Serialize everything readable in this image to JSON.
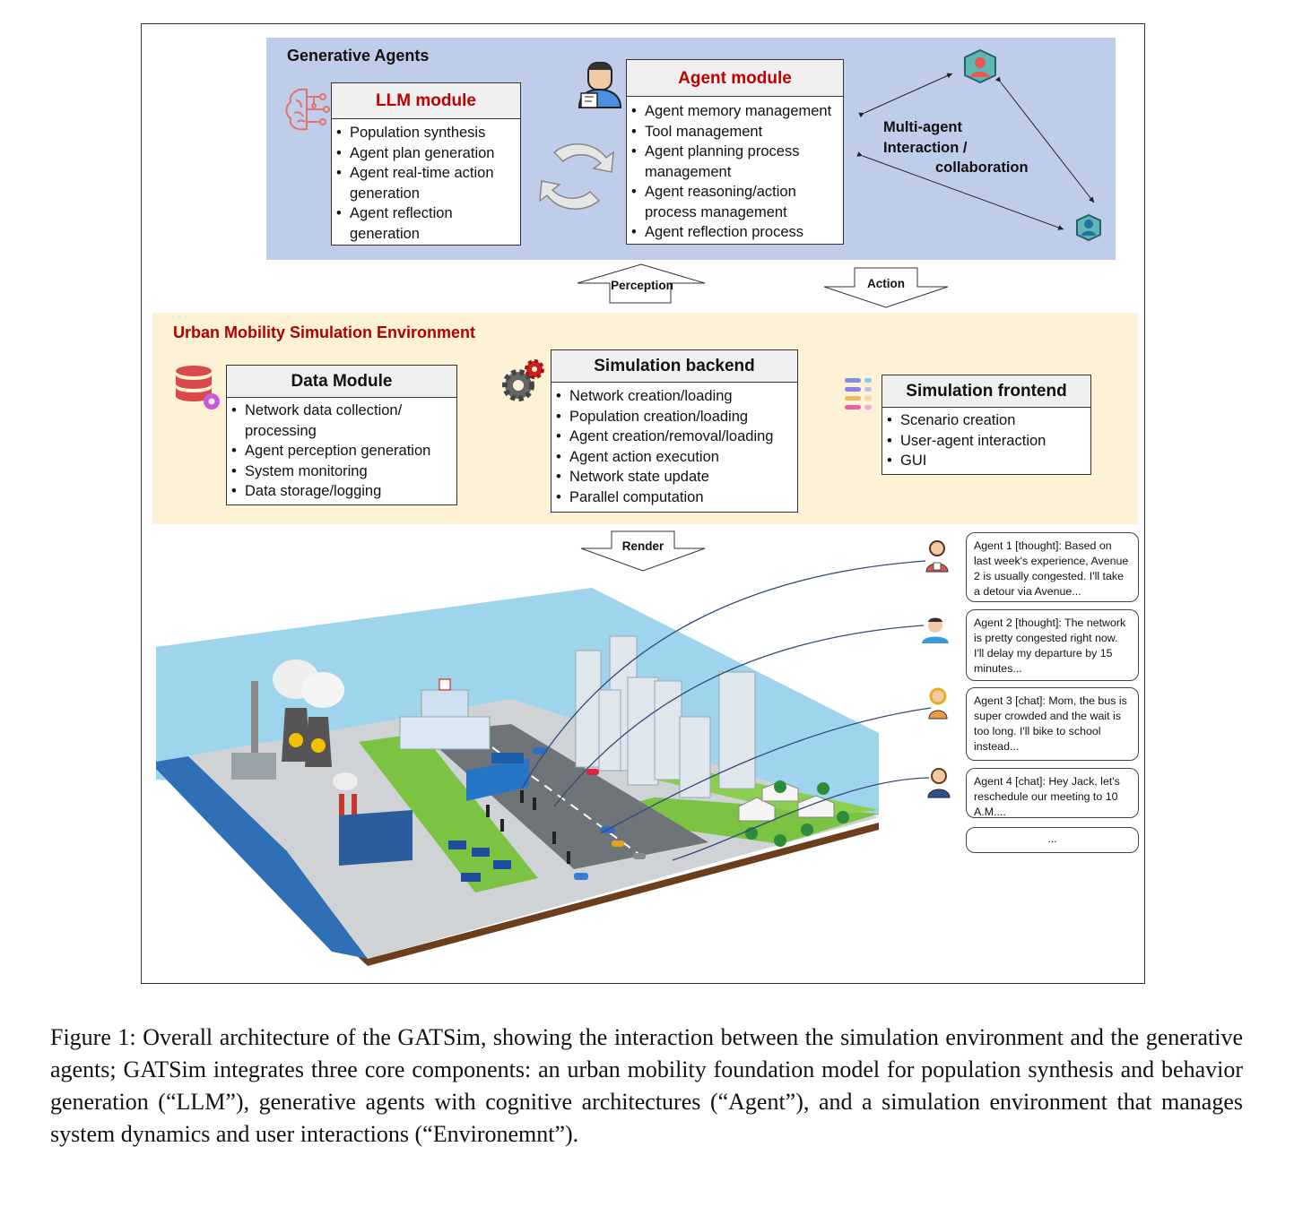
{
  "generative_agents": {
    "title": "Generative Agents",
    "llm_module": {
      "title": "LLM module",
      "items": [
        "Population synthesis",
        "Agent plan generation",
        "Agent real-time action generation",
        "Agent reflection generation"
      ]
    },
    "agent_module": {
      "title": "Agent module",
      "items": [
        "Agent memory management",
        "Tool management",
        "Agent planning process management",
        "Agent reasoning/action process management",
        "Agent reflection process"
      ]
    },
    "multi_agent_label": [
      "Multi-agent",
      "Interaction /",
      "collaboration"
    ]
  },
  "arrows": {
    "perception": "Perception",
    "action": "Action",
    "render": "Render"
  },
  "environment": {
    "title": "Urban Mobility Simulation Environment",
    "data_module": {
      "title": "Data Module",
      "items": [
        "Network data collection/ processing",
        "Agent perception generation",
        "System monitoring",
        "Data storage/logging"
      ]
    },
    "simulation_backend": {
      "title": "Simulation backend",
      "items": [
        "Network creation/loading",
        "Population creation/loading",
        "Agent creation/removal/loading",
        "Agent action execution",
        "Network state update",
        "Parallel computation"
      ]
    },
    "simulation_frontend": {
      "title": "Simulation frontend",
      "items": [
        "Scenario creation",
        "User-agent interaction",
        "GUI"
      ]
    }
  },
  "chat_bubbles": [
    "Agent 1 [thought]: Based on last week's experience, Avenue 2 is usually congested. I'll take a detour via Avenue...",
    "Agent 2 [thought]: The network is pretty congested right now. I'll delay my departure by 15 minutes...",
    "Agent 3 [chat]: Mom, the bus is super crowded and the wait is too long. I'll bike to school instead...",
    "Agent 4 [chat]: Hey Jack, let's reschedule our meeting to 10 A.M....",
    "..."
  ],
  "caption": "Figure 1: Overall architecture of the GATSim, showing the interaction between the simulation environment and the generative agents; GATSim integrates three core components: an urban mobility foundation model for population synthesis and behavior generation (“LLM”), generative agents with cognitive architectures (“Agent”), and a simulation environment that manages system dynamics and user interactions (“Environemnt”).",
  "colors": {
    "agents_panel": "#bfcdea",
    "environment_panel": "#fdf1d6",
    "title_red": "#c00000"
  }
}
